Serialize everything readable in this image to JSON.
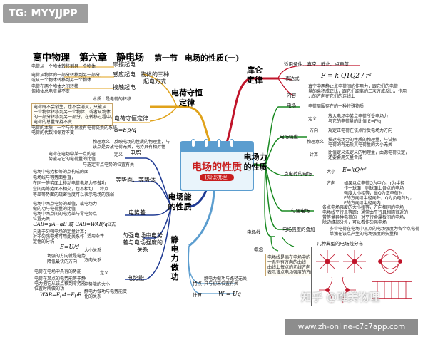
{
  "tag": "TG: MYYJJPP",
  "header": {
    "title": "高中物理　第六章　静电场",
    "section": "第一节",
    "topic": "电场的性质(一)"
  },
  "center": {
    "title": "电场的性质",
    "subtitle": "(知识梳理)"
  },
  "branches": {
    "conservation": "电荷守恒定律",
    "coulomb": "库仑定律",
    "force": "电场力的性质",
    "energy": "电场能的性质",
    "work": "静电力做功"
  },
  "left_upper": {
    "electrify_title": "物体的三种起电方式",
    "friction": "摩擦起电",
    "friction_desc": "电荷从一个物体转移到另一个物体",
    "induction": "感应起电",
    "induction_desc1": "电荷从物体的一部分转移到另一部分，",
    "induction_desc2": "或从一个物体转移到另一个物体",
    "contact": "接触起电",
    "contact_desc1": "电荷在两个物体之间转移",
    "contact_desc2": "但物体总电荷量不变",
    "essence": "本质上是电荷的转移",
    "law_label": "电荷守恒定律",
    "law_desc1": "电荷既不会创生，也不会消灭，只能从",
    "law_desc2": "一个物体转移到另一个物体，或者从物体",
    "law_desc3": "的一部分转移到另一部分，在转移过程中，",
    "law_desc4": "电荷的总量保持不变",
    "charge_desc": "电荷的本质：一个与外界没有电荷交换的系统，",
    "charge_desc2": "电荷的代数和保持不变",
    "e_formula": "φ=Ep/q",
    "superpos1": "物理意义：反映电场的性质的物理量，与",
    "superpos2": "该点是否放电荷无关，电势具有相对性"
  },
  "left_lower": {
    "potential": "电势",
    "def": "定义",
    "potential_desc1": "电荷在电场中某一点的电",
    "potential_desc2": "势能与它的电荷量的比值",
    "ref": "与选定零点电势的位置有关",
    "equip": "等势面、等势体",
    "equip_d1": "电场中电势相等的点构成的面",
    "equip_d2": "电场线与等势面垂直，",
    "equip_d3": "在同一等势面上移动电荷电场力不做功",
    "feature": "特点",
    "equip_d4": "空间两等势面不相交，也不相切",
    "equip_d5": "等差等势面的疏密程度可以表示电场的强弱",
    "diff": "电势差",
    "diff_d1": "电场中两点电势的差值，或电场力",
    "diff_d2": "做的功与电荷量的比值",
    "diff_d3": "电场中两点间的电势差与零电势点",
    "diff_d4": "位置无关",
    "formula_uab": "UAB=φA−φB 或 UAB=WAB/q",
    "formula": "公式",
    "uniform_title": "匀强电场中电势差与电场强度的关系",
    "uniform_d1": "只适于匀强电场的定量计算；",
    "uniform_d2": "对非匀强电场可用此关系作",
    "uniform_d3": "定性的分析",
    "apply": "适用条件",
    "ued": "E=U/d",
    "size": "大小关系",
    "dir": "方向关系",
    "dir_d1": "场强的方向就是电势",
    "dir_d2": "降低最快的方向",
    "energy_label": "电势能",
    "energy_d1": "电荷在电场中具有的势能",
    "energy_def": "定义",
    "energy_d2": "电荷在某点的电势能等于静",
    "energy_d3": "电力把它从该点移到零势能",
    "energy_d4": "位置时所做的功",
    "energy_size": "电势能的大小",
    "energy_rel": "静电力做功与电势能变化的关系",
    "energy_formula": "WAB=EpA−EpB"
  },
  "right_upper": {
    "applicable": "适用条件：真空、静止、点电荷",
    "expr": "表达式",
    "expr_formula": "F = k Q1Q2 / r²",
    "content": "内容",
    "content_d1": "真空中两静止点电荷间的作用力，跟它们的电荷",
    "content_d2": "量的乘积成正比，跟它们距离的二次方成反比，作用",
    "content_d3": "力的方向在它们的连线上"
  },
  "right_force": {
    "field": "电场",
    "field_d": "电荷周围存在的一种特殊物质",
    "strength": "电场强度",
    "def": "定义",
    "def_d1": "放入电场中某点电荷所受电场力",
    "def_d2": "与它的电荷量的比值 E=F/q",
    "dir": "方向",
    "dir_d": "规定正电荷在该点所受电场力方向",
    "phys": "物理意义",
    "phys_d1": "描述电场力的性质的物理量，与试探",
    "phys_d2": "电荷的有无及其电荷量的大小无关",
    "calc": "计算",
    "calc_d1": "比值定义法定义的物理量，由源电荷决定，",
    "calc_d2": "还要会用矢量合成",
    "point": "点电荷的电场",
    "magnitude": "大小",
    "point_formula": "E=kQ/r²",
    "direction": "方向",
    "point_d1": "如果以点电荷Q为中心，r为半径",
    "point_d2": "作一球面，则球面上各点的电场",
    "point_d3": "强度大小相等，当Q为正电荷时，",
    "point_d4": "E的方向沿半径向外，Q为负电荷时，",
    "point_d5": "E的方向沿半径向内",
    "uniform": "匀强电场",
    "uniform_d1": "各点电场强度的大小相等，方向相同的电场",
    "uniform_d2": "电场线平行且等距；通常由平行且相隔很近的",
    "uniform_d3": "带等量异种电荷的一对平行金属板间的电场，",
    "uniform_d4": "除边缘部分外，可以看作匀强电场",
    "superpos": "电场强度的叠加",
    "superpos_d1": "多个电荷在电场中某点的电场强度为各个点电荷",
    "superpos_d2": "单独在该点产生的电场强度的矢量和",
    "lines": "电场线",
    "lines_types": "几种典型的电场线分布",
    "concept": "概念",
    "concept_d1": "电场线是画在电场中的",
    "concept_d2": "一系列有方向的曲线，",
    "concept_d3": "曲线上每点的切线方向",
    "concept_d4": "表示该点电场强度的方向",
    "feature": "特点",
    "work_feature1": "静电力做功与路径无关，",
    "work_feature2": "只与初末位置有关",
    "work_calc": "计算",
    "work_formula": "W = Uq"
  },
  "watermark": "知乎 @唯美物理",
  "footer": "www.zh-online-c7c7app.com",
  "colors": {
    "coulomb": "#c0142a",
    "force": "#1a8a22",
    "energy": "#1f3a93",
    "conservation": "#e0a21a",
    "work": "#5b9dcf"
  }
}
